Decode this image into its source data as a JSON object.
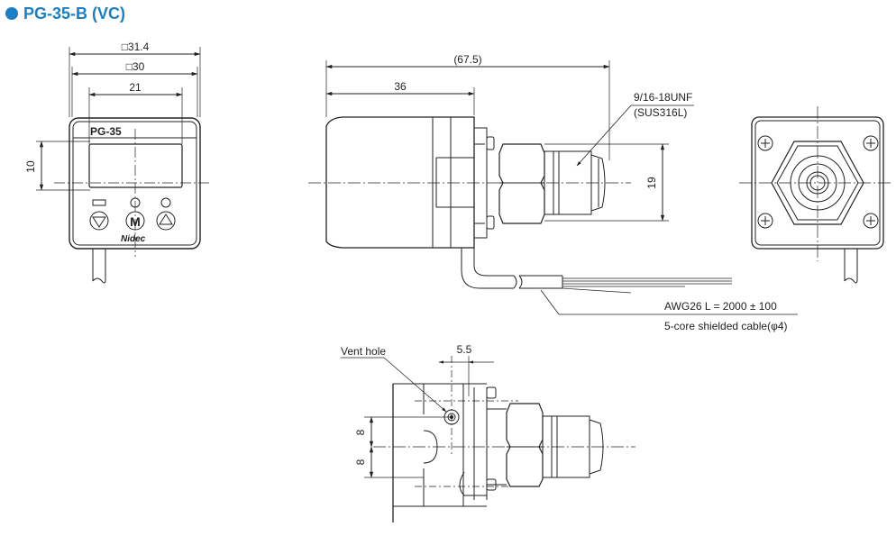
{
  "title": "PG-35-B (VC)",
  "front_view": {
    "dims": {
      "outer": "□31.4",
      "inner": "□30",
      "width": "21",
      "height": "10"
    },
    "model_label": "PG-35",
    "brand": "Nidec",
    "button_mid": "M"
  },
  "side_view": {
    "dims": {
      "overall": "(67.5)",
      "body": "36",
      "hex_height": "19"
    },
    "thread_callout": {
      "line1": "9/16-18UNF",
      "line2": "(SUS316L)"
    },
    "cable_callout": {
      "line1": "AWG26   L = 2000 ± 100",
      "line2": "5-core shielded cable(φ4)"
    }
  },
  "bottom_view": {
    "vent_label": "Vent hole",
    "dims": {
      "offset": "5.5",
      "upper": "8",
      "lower": "8"
    }
  },
  "colors": {
    "title": "#1a7fc4",
    "line": "#222222"
  }
}
